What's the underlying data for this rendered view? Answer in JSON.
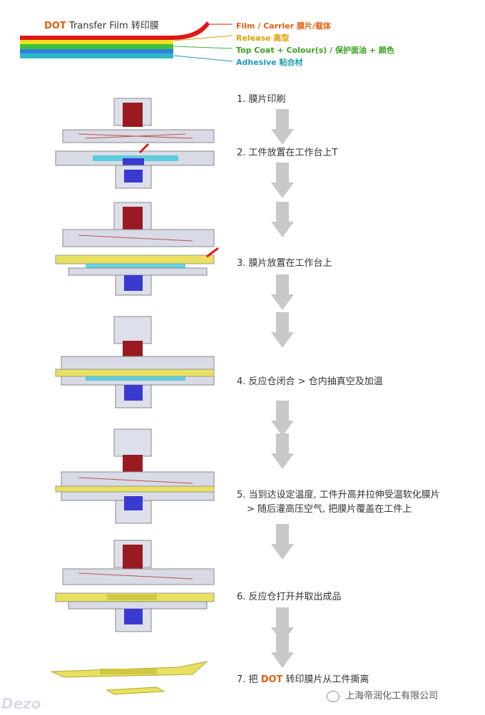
{
  "header": {
    "title_prefix": "DOT",
    "title_rest": "Transfer Film 转印膜",
    "layers": [
      {
        "label": "Film / Carrier 膜片/载体",
        "color": "#e06010"
      },
      {
        "label": "Release 离型",
        "color": "#e0a000"
      },
      {
        "label": "Top Coat + Colour(s) / 保护面油 + 颜色",
        "color": "#3aa020"
      },
      {
        "label": "Adhesive 粘合材",
        "color": "#1a9ab8"
      }
    ]
  },
  "steps": [
    {
      "text": "1. 膜片印刷"
    },
    {
      "text": "2. 工件放置在工作台上T"
    },
    {
      "text": "3. 膜片放置在工作台上"
    },
    {
      "text": "4. 反应仓闭合 > 仓内抽真空及加温"
    },
    {
      "text": "5. 当到达设定温度, 工件升高并拉伸受温软化膜片"
    },
    {
      "text": "> 随后灌高压空气, 把膜片覆盖在工件上"
    },
    {
      "text": "6. 反应仓打开并取出成品"
    },
    {
      "text_prefix": "7. 把",
      "text_highlight": "DOT",
      "text_suffix": "转印膜片从工件撕离"
    }
  ],
  "watermark": {
    "logo": "Dezo",
    "company": "上海帝润化工有限公司"
  },
  "colors": {
    "accent": "#e06010",
    "arrow": "#c8c8c8",
    "chamber": "#d8dbe6",
    "film_yellow": "#e8e060",
    "platform_cyan": "#40c8d8",
    "block_red": "#9a1a22",
    "block_blue": "#3a3ad0"
  }
}
